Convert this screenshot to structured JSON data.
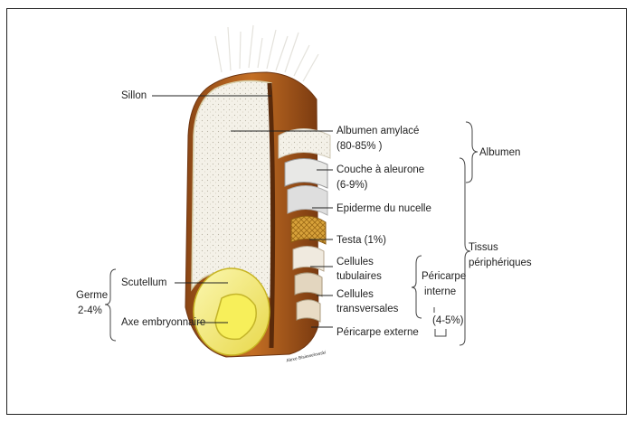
{
  "labels": {
    "sillon": "Sillon",
    "albumen_amylace": "Albumen amylacé",
    "albumen_amylace_pct": "(80-85% )",
    "couche_aleurone": "Couche à aleurone",
    "couche_aleurone_pct": "(6-9%)",
    "epiderme_nucelle": "Epiderme du nucelle",
    "testa": "Testa (1%)",
    "cellules_tubulaires_1": "Cellules",
    "cellules_tubulaires_2": "tubulaires",
    "cellules_transversales_1": "Cellules",
    "cellules_transversales_2": "transversales",
    "pericarpe_interne_1": "Péricarpe",
    "pericarpe_interne_2": "interne",
    "pericarpe_pct": "(4-5%)",
    "pericarpe_externe": "Péricarpe externe",
    "albumen_group": "Albumen",
    "tissus_1": "Tissus",
    "tissus_2": "périphériques",
    "scutellum": "Scutellum",
    "axe_embryonnaire": "Axe embryonnaire",
    "germe_1": "Germe",
    "germe_2": "2-4%",
    "signature": "Alexe Bisiewelowski"
  },
  "colors": {
    "frame": "#222222",
    "line": "#222222",
    "endosperm": "#f3efe4",
    "bran": "#b0631d",
    "germ": "#f2ec6a",
    "testa": "#d9a330"
  }
}
